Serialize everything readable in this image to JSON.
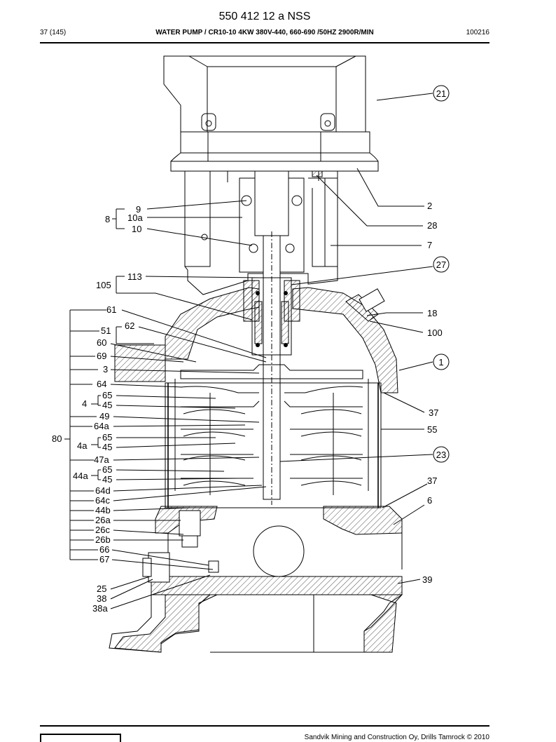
{
  "header": {
    "doc_number": "550 412 12 a NSS",
    "page": "37 (145)",
    "title": "WATER PUMP / CR10-10 4KW 380V-440, 660-690 /50HZ 2900R/MIN",
    "code": "100216"
  },
  "footer": {
    "copyright": "Sandvik Mining and Construction Oy, Drills Tamrock © 2010"
  },
  "diagram": {
    "labels_right": [
      "21",
      "2",
      "28",
      "7",
      "27",
      "18",
      "100",
      "1",
      "37",
      "55",
      "23",
      "37",
      "6",
      "39"
    ],
    "labels_left": [
      "9",
      "8",
      "10a",
      "10",
      "113",
      "105",
      "61",
      "62",
      "51",
      "60",
      "69",
      "3",
      "64",
      "65",
      "4",
      "45",
      "49",
      "64a",
      "80",
      "65",
      "4a",
      "45",
      "47a",
      "65",
      "44a",
      "45",
      "64d",
      "64c",
      "44b",
      "26a",
      "26c",
      "26b",
      "66",
      "67",
      "25",
      "38",
      "38a"
    ]
  }
}
